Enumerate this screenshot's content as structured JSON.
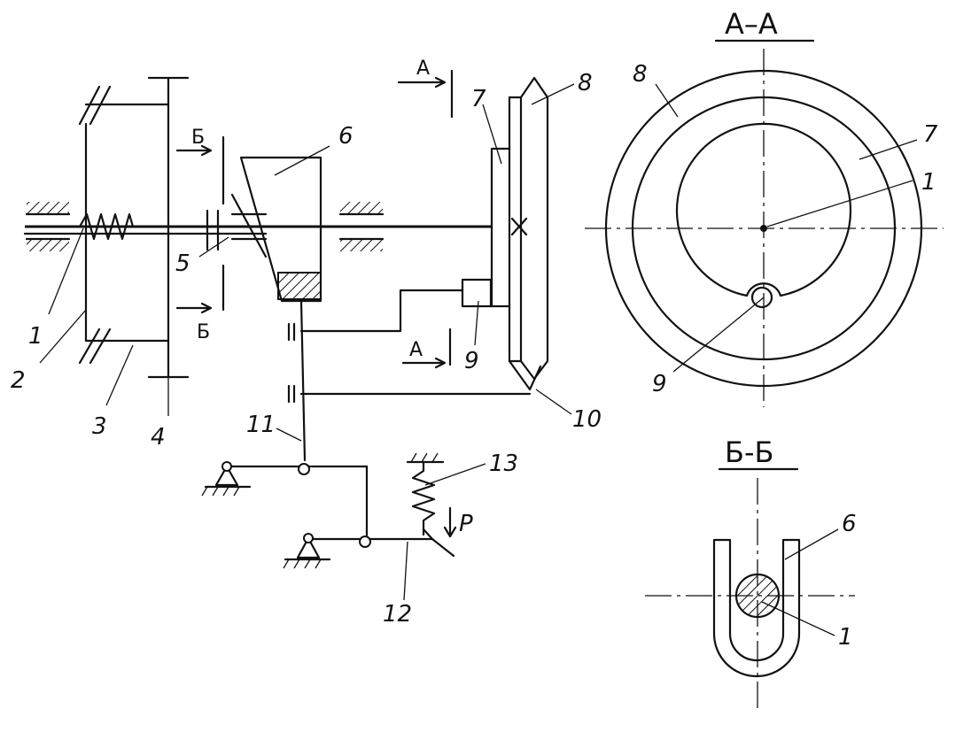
{
  "labels": {
    "n1": "1",
    "n2": "2",
    "n3": "3",
    "n4": "4",
    "n5": "5",
    "n6": "6",
    "n7": "7",
    "n8": "8",
    "n9": "9",
    "n10": "10",
    "n11": "11",
    "n12": "12",
    "n13": "13",
    "force": "P"
  },
  "section_markers": {
    "a_top": "А",
    "a_bottom": "А",
    "b_top": "Б",
    "b_bottom": "Б"
  },
  "section_aa": {
    "title": "А–А",
    "l8": "8",
    "l7": "7",
    "l1": "1",
    "l9": "9"
  },
  "section_bb": {
    "title": "Б-Б",
    "l6": "6",
    "l1": "1"
  }
}
